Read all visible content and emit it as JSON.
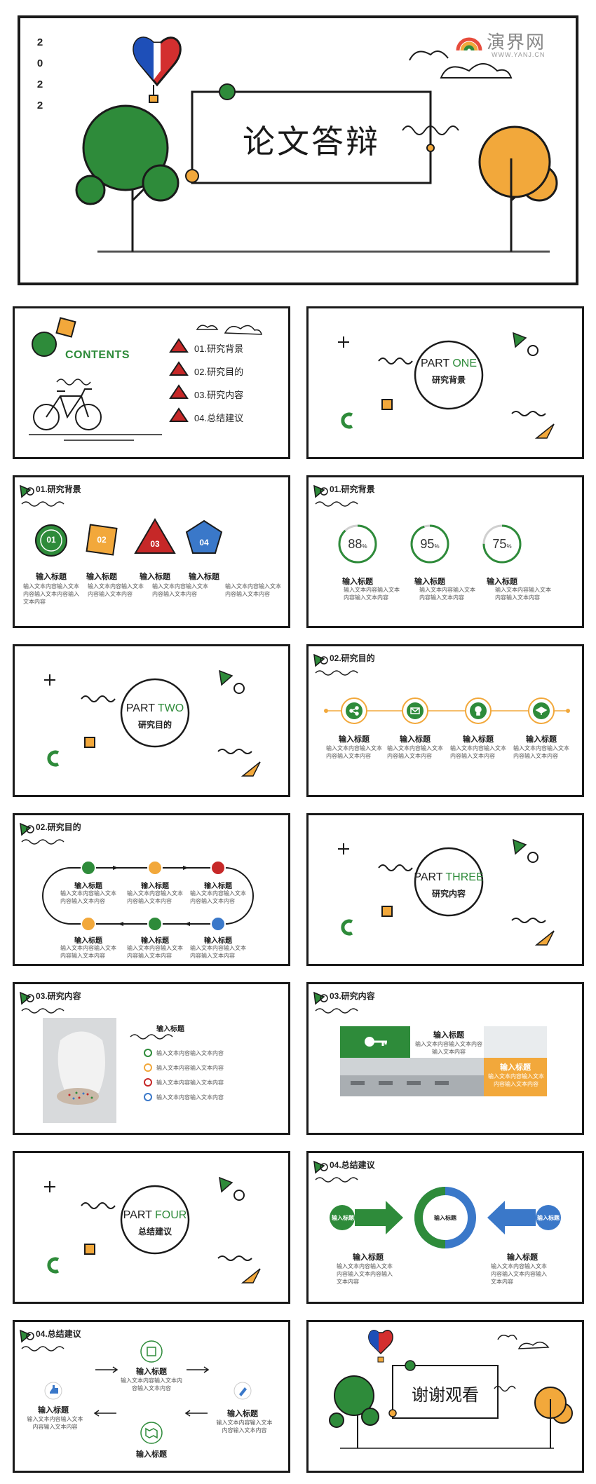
{
  "logo": {
    "brand": "演界网",
    "url": "WWW.YANJ.CN"
  },
  "cover": {
    "year_digits": [
      "2",
      "0",
      "2",
      "2"
    ],
    "title": "论文答辩"
  },
  "contents": {
    "heading": "CONTENTS",
    "items": [
      "01.研究背景",
      "02.研究目的",
      "03.研究内容",
      "04.总结建议"
    ]
  },
  "part_one": {
    "part": "PART",
    "num": "ONE",
    "sub": "研究背景"
  },
  "part_two": {
    "part": "PART",
    "num": "TWO",
    "sub": "研究目的"
  },
  "part_three": {
    "part": "PART",
    "num": "THREE",
    "sub": "研究内容"
  },
  "part_four": {
    "part": "PART",
    "num": "FOUR",
    "sub": "总结建议"
  },
  "s_bg1": {
    "header": "01.研究背景",
    "badges": [
      "01",
      "02",
      "03",
      "04"
    ],
    "items": [
      {
        "title": "输入标题",
        "text": "输入文本内容输入文本内容输入文本内容输入文本内容"
      },
      {
        "title": "输入标题",
        "text": "输入文本内容输入文本内容输入文本内容"
      },
      {
        "title": "输入标题",
        "text": "输入文本内容输入文本内容输入文本内容"
      },
      {
        "title": "输入标题",
        "text": "输入文本内容输入文本内容输入文本内容"
      }
    ]
  },
  "s_bg2": {
    "header": "01.研究背景",
    "rings": [
      {
        "value": 88,
        "label": "88",
        "unit": "%",
        "title": "输入标题",
        "text": "输入文本内容输入文本内容输入文本内容"
      },
      {
        "value": 95,
        "label": "95",
        "unit": "%",
        "title": "输入标题",
        "text": "输入文本内容输入文本内容输入文本内容"
      },
      {
        "value": 75,
        "label": "75",
        "unit": "%",
        "title": "输入标题",
        "text": "输入文本内容输入文本内容输入文本内容"
      }
    ]
  },
  "s_goal1": {
    "header": "02.研究目的",
    "icons": [
      "share-icon",
      "mail-icon",
      "bulb-icon",
      "graduation-cap-icon"
    ],
    "items": [
      {
        "title": "输入标题",
        "text": "输入文本内容输入文本内容输入文本内容"
      },
      {
        "title": "输入标题",
        "text": "输入文本内容输入文本内容输入文本内容"
      },
      {
        "title": "输入标题",
        "text": "输入文本内容输入文本内容输入文本内容"
      },
      {
        "title": "输入标题",
        "text": "输入文本内容输入文本内容输入文本内容"
      }
    ]
  },
  "s_goal2": {
    "header": "02.研究目的",
    "items": [
      {
        "title": "输入标题",
        "text": "输入文本内容输入文本内容输入文本内容"
      },
      {
        "title": "输入标题",
        "text": "输入文本内容输入文本内容输入文本内容"
      },
      {
        "title": "输入标题",
        "text": "输入文本内容输入文本内容输入文本内容"
      },
      {
        "title": "输入标题",
        "text": "输入文本内容输入文本内容输入文本内容"
      },
      {
        "title": "输入标题",
        "text": "输入文本内容输入文本内容输入文本内容"
      },
      {
        "title": "输入标题",
        "text": "输入文本内容输入文本内容输入文本内容"
      }
    ]
  },
  "s_content1": {
    "header": "03.研究内容",
    "title": "输入标题",
    "bullets": [
      "输入文本内容输入文本内容",
      "输入文本内容输入文本内容",
      "输入文本内容输入文本内容",
      "输入文本内容输入文本内容"
    ]
  },
  "s_content2": {
    "header": "03.研究内容",
    "top_title": "输入标题",
    "top_text": "输入文本内容输入文本内容输入文本内容",
    "side_title": "输入标题",
    "side_text": "输入文本内容输入文本内容输入文本内容"
  },
  "s_sum1": {
    "header": "04.总结建议",
    "left_arrow_label": "输入标题",
    "center_label": "输入标题",
    "right_arrow_label": "输入标题",
    "left": {
      "title": "输入标题",
      "text": "输入文本内容输入文本内容输入文本内容输入文本内容"
    },
    "right": {
      "title": "输入标题",
      "text": "输入文本内容输入文本内容输入文本内容输入文本内容"
    }
  },
  "s_sum2": {
    "header": "04.总结建议",
    "top": {
      "title": "输入标题",
      "text": "输入文本内容输入文本内容输入文本内容"
    },
    "left": {
      "title": "输入标题",
      "text": "输入文本内容输入文本内容输入文本内容"
    },
    "right": {
      "title": "输入标题",
      "text": "输入文本内容输入文本内容输入文本内容"
    },
    "bottom": {
      "title": "输入标题"
    }
  },
  "thanks": {
    "title": "谢谢观看"
  },
  "colors": {
    "green": "#2e8b3a",
    "orange": "#f2a83b",
    "red": "#c62828",
    "blue": "#3a78c9",
    "dark": "#1a1a1a"
  }
}
